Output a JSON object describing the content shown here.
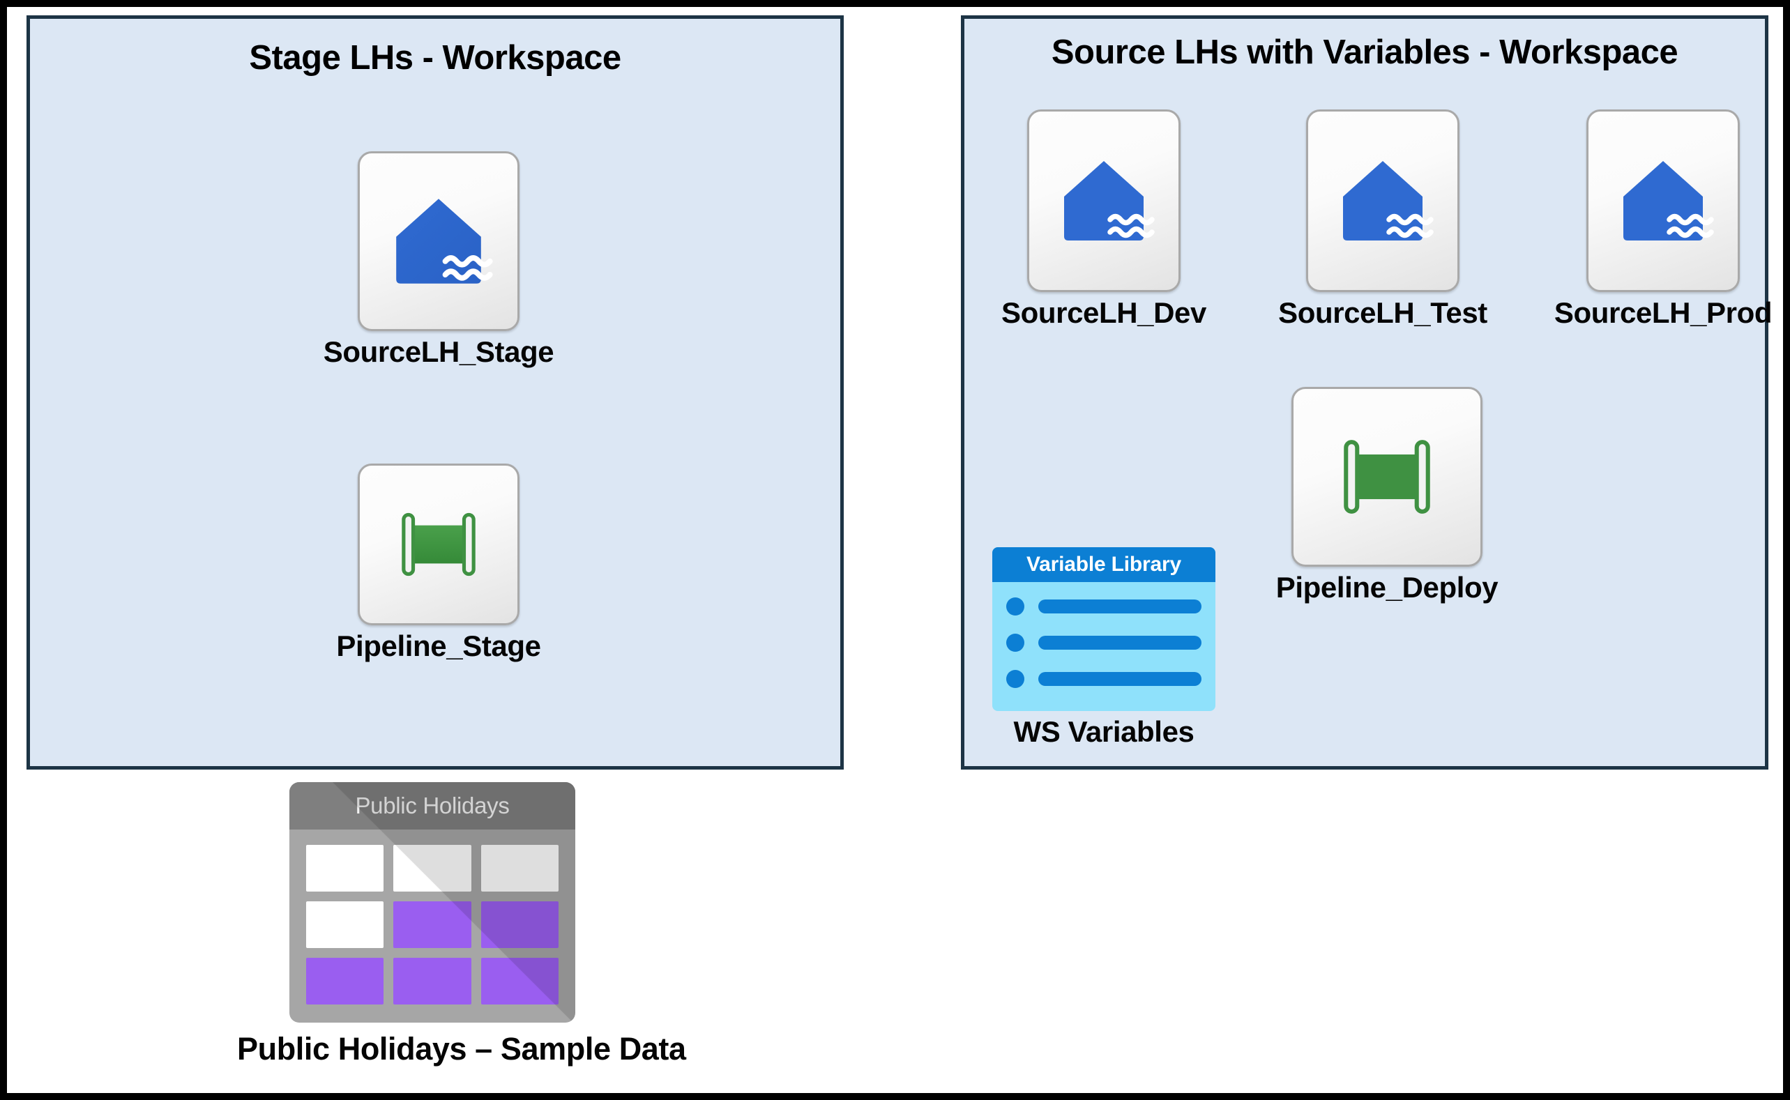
{
  "colors": {
    "panel_background": "#dce7f4",
    "panel_border": "#1d3445",
    "lakehouse_blue": "#2f6ad1",
    "pipeline_green": "#3f9142",
    "variable_library_header": "#0c7fd4",
    "variable_library_body": "#8fe1fb",
    "table_body_gray": "#a6a6a6",
    "table_header_gray": "#7f7f7f",
    "table_cell_purple": "#9a5ef0",
    "canvas_frame": "#000000"
  },
  "workspaces": [
    {
      "id": "stage",
      "title": "Stage LHs - Workspace",
      "items": [
        {
          "label": "SourceLH_Stage",
          "icon": "lakehouse-icon",
          "type": "lakehouse"
        },
        {
          "label": "Pipeline_Stage",
          "icon": "pipeline-icon",
          "type": "pipeline"
        }
      ]
    },
    {
      "id": "source",
      "title": "Source LHs with Variables - Workspace",
      "items": [
        {
          "label": "SourceLH_Dev",
          "icon": "lakehouse-icon",
          "type": "lakehouse"
        },
        {
          "label": "SourceLH_Test",
          "icon": "lakehouse-icon",
          "type": "lakehouse"
        },
        {
          "label": "SourceLH_Prod",
          "icon": "lakehouse-icon",
          "type": "lakehouse"
        },
        {
          "label": "Pipeline_Deploy",
          "icon": "pipeline-icon",
          "type": "pipeline"
        },
        {
          "label": "WS Variables",
          "icon": "variable-library-icon",
          "type": "variable_library",
          "card_title": "Variable Library",
          "row_count": 3
        }
      ]
    }
  ],
  "standalone": {
    "public_holidays": {
      "caption": "Public Holidays – Sample Data",
      "icon": "table-icon",
      "table_header": "Public Holidays",
      "columns": 3,
      "rows": 3,
      "cell_fill": [
        [
          "white",
          "white",
          "white"
        ],
        [
          "white",
          "purple",
          "purple"
        ],
        [
          "purple",
          "purple",
          "purple"
        ]
      ]
    }
  }
}
